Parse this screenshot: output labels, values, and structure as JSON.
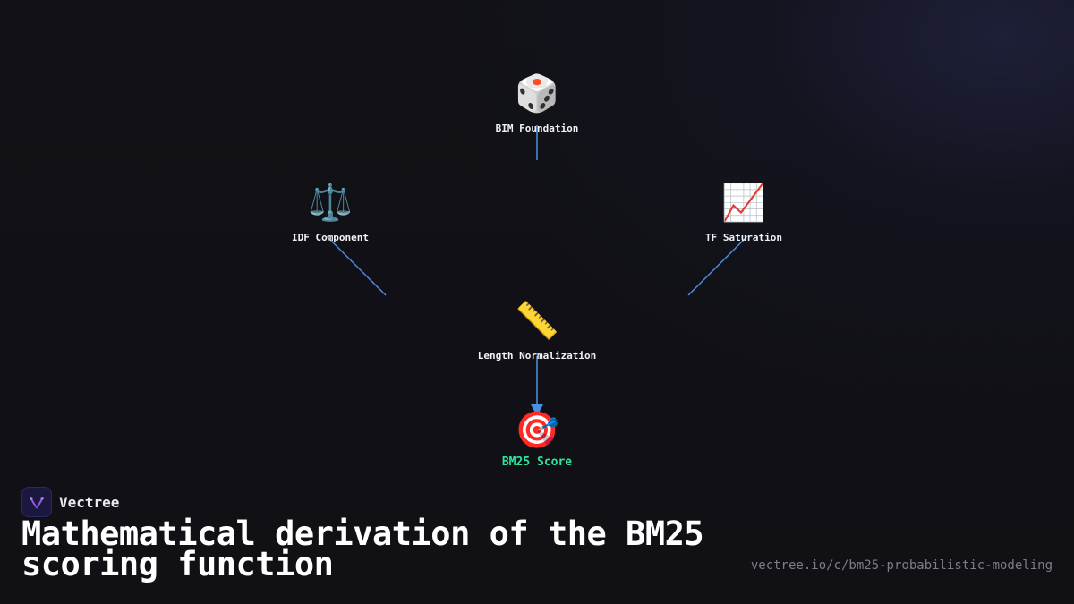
{
  "diagram": {
    "nodes": [
      {
        "id": "bim-foundation",
        "icon": "game-die-icon",
        "glyph": "🎲",
        "label": "BIM Foundation"
      },
      {
        "id": "idf-component",
        "icon": "balance-scale-icon",
        "glyph": "⚖️",
        "label": "IDF Component"
      },
      {
        "id": "tf-saturation",
        "icon": "chart-increasing-icon",
        "glyph": "📈",
        "label": "TF Saturation"
      },
      {
        "id": "length-normalization",
        "icon": "ruler-icon",
        "glyph": "📏",
        "label": "Length Normalization"
      },
      {
        "id": "bm25-score",
        "icon": "target-icon",
        "glyph": "🎯",
        "label": "BM25 Score"
      }
    ],
    "edges": [
      {
        "from": "bim-foundation",
        "to": "length-normalization"
      },
      {
        "from": "idf-component",
        "to": "length-normalization"
      },
      {
        "from": "tf-saturation",
        "to": "length-normalization"
      },
      {
        "from": "length-normalization",
        "to": "bm25-score"
      }
    ],
    "colors": {
      "edge": "#4a90e2",
      "result_label": "#2ee59d",
      "node_label": "#f2f2f2"
    }
  },
  "brand": {
    "name": "Vectree",
    "logo_icon": "vectree-logo-icon",
    "logo_color": "#9b5cf0"
  },
  "title": "Mathematical derivation of the BM25 scoring function",
  "url": "vectree.io/c/bm25-probabilistic-modeling"
}
